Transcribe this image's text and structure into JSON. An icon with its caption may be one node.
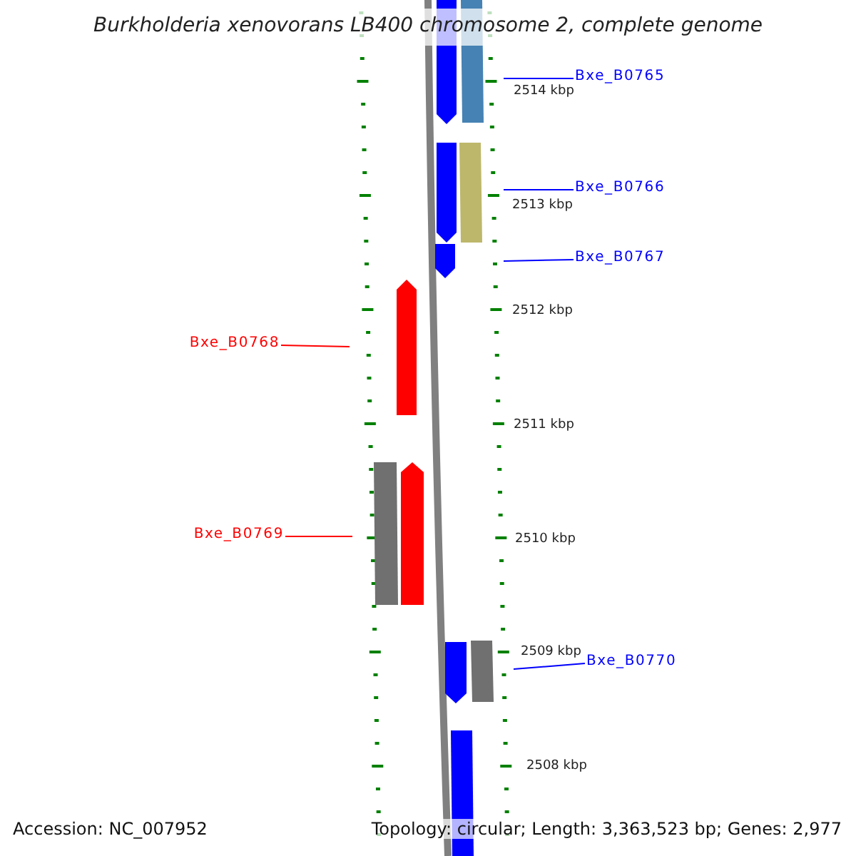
{
  "diagram": {
    "title": "Burkholderia xenovorans LB400 chromosome 2, complete genome",
    "nodes": [
      {
        "text": [
          "Bxe_B0765"
        ]
      },
      {
        "text": [
          "Bxe_B0766"
        ]
      },
      {
        "text": [
          "Bxe_B0767"
        ]
      },
      {
        "text": [
          "Bxe_B0768"
        ]
      },
      {
        "text": [
          "Bxe_B0769"
        ]
      },
      {
        "text": [
          "Bxe_B0770"
        ]
      }
    ],
    "edges": [
      {
        "from": 0,
        "to": null,
        "arrow": "none"
      },
      {
        "from": 1,
        "to": null,
        "arrow": "none"
      },
      {
        "from": 2,
        "to": null,
        "arrow": "none"
      },
      {
        "from": 3,
        "to": null,
        "arrow": "none",
        "color": "#ff0000"
      },
      {
        "from": 4,
        "to": null,
        "arrow": "none",
        "color": "#ff0000"
      },
      {
        "from": 5,
        "to": null,
        "arrow": "none"
      }
    ],
    "labels": [
      "2514 kbp",
      "2513 kbp",
      "2512 kbp",
      "2511 kbp",
      "2510 kbp",
      "2509 kbp",
      "2508 kbp",
      "Accession: NC_007952",
      "Topology: circular; Length: 3,363,523 bp; Genes: 2,977"
    ]
  }
}
